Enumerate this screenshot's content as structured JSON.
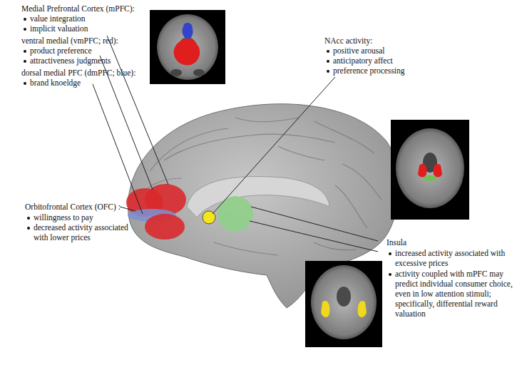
{
  "diagram": {
    "labels": [
      "Medial Prefrontal Cortex (mPFC):",
      "value integration",
      "implicit valuation",
      "ventral medial (vmPFC; red):",
      "product preference",
      "attractiveness judgments",
      "dorsal medial PFC (dmPFC; blue):",
      "brand knoeldge",
      "NAcc activity:",
      "positive arousal",
      "anticipatory affect",
      "preference processing",
      "Orbitofrontal Cortex (OFC) :",
      "willingness to pay",
      "decreased activity associated with lower prices",
      "Insula",
      "increased activity associated with excessive prices",
      "activity coupled with mPFC may predict individual consumer choice, even in low attention stimuli; specifically, differential reward valuation"
    ]
  }
}
